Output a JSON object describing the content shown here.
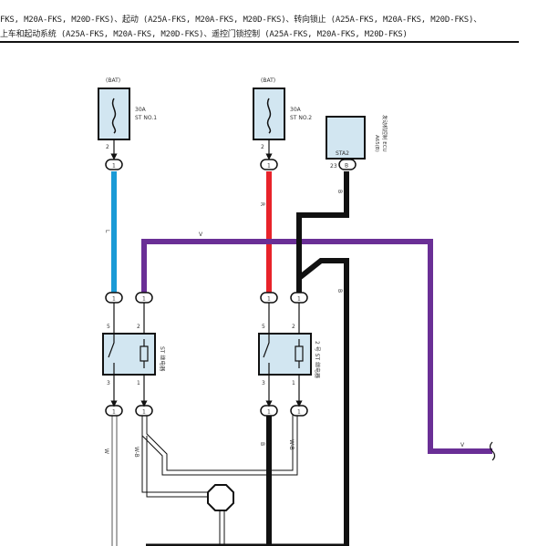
{
  "header": {
    "line1": "FKS, M20A-FKS, M20D-FKS)、起动 (A25A-FKS, M20A-FKS, M20D-FKS)、转向锁止 (A25A-FKS, M20A-FKS, M20D-FKS)、",
    "line2": "上车和起动系统 (A25A-FKS, M20A-FKS, M20D-FKS)、遥控门锁控制 (A25A-FKS, M20A-FKS, M20D-FKS)"
  },
  "fuse1": {
    "source": "(BAT)",
    "rating": "30A",
    "name": "ST NO.1",
    "pin": "2",
    "conn": "1"
  },
  "fuse2": {
    "source": "(BAT)",
    "rating": "30A",
    "name": "ST NO.2",
    "pin": "2",
    "conn": "1"
  },
  "ecu": {
    "terminal": "STA2",
    "pin": "23",
    "conn": "B",
    "code": "A65(B)",
    "name": "发动机控制 ECU"
  },
  "relay1": {
    "name": "ST 继电器",
    "pins": {
      "p5": "5",
      "p2": "2",
      "p3": "3",
      "p1": "1"
    },
    "conn_top_left": "1",
    "conn_top_right": "1",
    "conn_bot_left": "1",
    "conn_bot_right": "1"
  },
  "relay2": {
    "name": "2 号 ST 继电器",
    "pins": {
      "p5": "5",
      "p2": "2",
      "p3": "3",
      "p1": "1"
    },
    "conn_top_left": "1",
    "conn_top_right": "1",
    "conn_bot_left": "1",
    "conn_bot_right": "1"
  },
  "wires": {
    "blue": "L",
    "red": "R",
    "violet_top": "V",
    "violet_right": "V",
    "black_ecu": "B",
    "black_mid": "B",
    "black_r2": "B",
    "wb1": "W-B",
    "wb2": "W-B",
    "white": "W"
  },
  "colors": {
    "blue": "#1a9ad6",
    "red": "#e8232a",
    "violet": "#6a2f96",
    "black": "#111111",
    "box_fill": "#d2e6f1"
  }
}
